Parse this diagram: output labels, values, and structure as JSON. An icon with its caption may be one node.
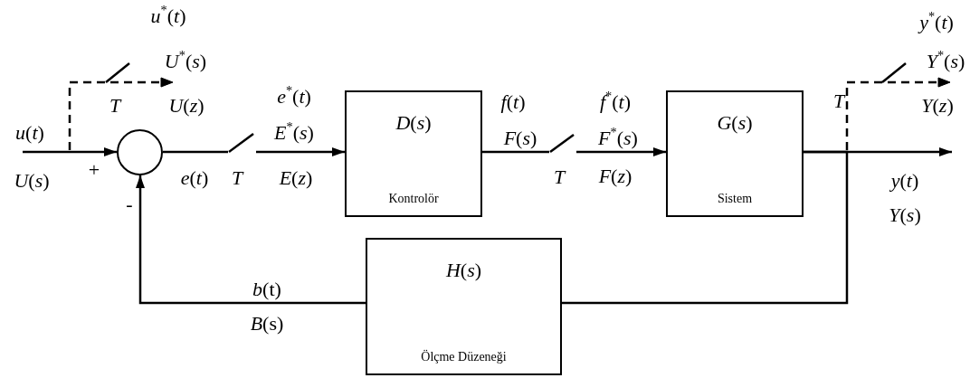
{
  "diagram": {
    "nodes": [
      {
        "text": [],
        "shape": "circle"
      },
      {
        "text": [
          "*D*(*s*)",
          "Kontrolör"
        ]
      },
      {
        "text": [
          "*G*(*s*)",
          "Sistem"
        ]
      },
      {
        "text": [
          "*H*(*s*)",
          "Ölçme Düzeneği"
        ]
      },
      {
        "text": [],
        "shape": "switch"
      },
      {
        "text": [],
        "shape": "switch"
      }
    ],
    "edges": [
      {
        "from": null,
        "to": 0,
        "arrow": "to"
      },
      {
        "from": 0,
        "to": 4,
        "arrow": "none"
      },
      {
        "from": 4,
        "to": 1,
        "arrow": "to"
      },
      {
        "from": 1,
        "to": 5,
        "arrow": "none"
      },
      {
        "from": 5,
        "to": 2,
        "arrow": "to"
      },
      {
        "from": 2,
        "to": null,
        "arrow": "to"
      },
      {
        "from": 2,
        "to": 3,
        "arrow": "none"
      },
      {
        "from": 3,
        "to": 0,
        "arrow": "to"
      }
    ],
    "labels": [
      "*u*$^{*}$(*t*)",
      "*U*$^{*}$(*s*)",
      "*T*",
      "*U*(*z*)",
      "*e*$^{*}$(*t*)",
      "*E*$^{*}$(*s*)",
      "*f*(*t*)",
      "*f*$^{*}$(*t*)",
      "*y*$^{*}$(*t*)",
      "*Y*$^{*}$(*s*)",
      "*T*",
      "*Y*(*z*)",
      "*u*(*t*)",
      "*F*(*s*)",
      "*F*$^{*}$(*s*)",
      "+",
      "*U*(*s*)",
      "*e*(*t*)",
      "*T*",
      "*E*(*z*)",
      "*T*",
      "*F*(*z*)",
      "*y*(*t*)",
      "-",
      "*Y*(*s*)",
      "*b*(t)",
      "*B*(s)"
    ]
  }
}
